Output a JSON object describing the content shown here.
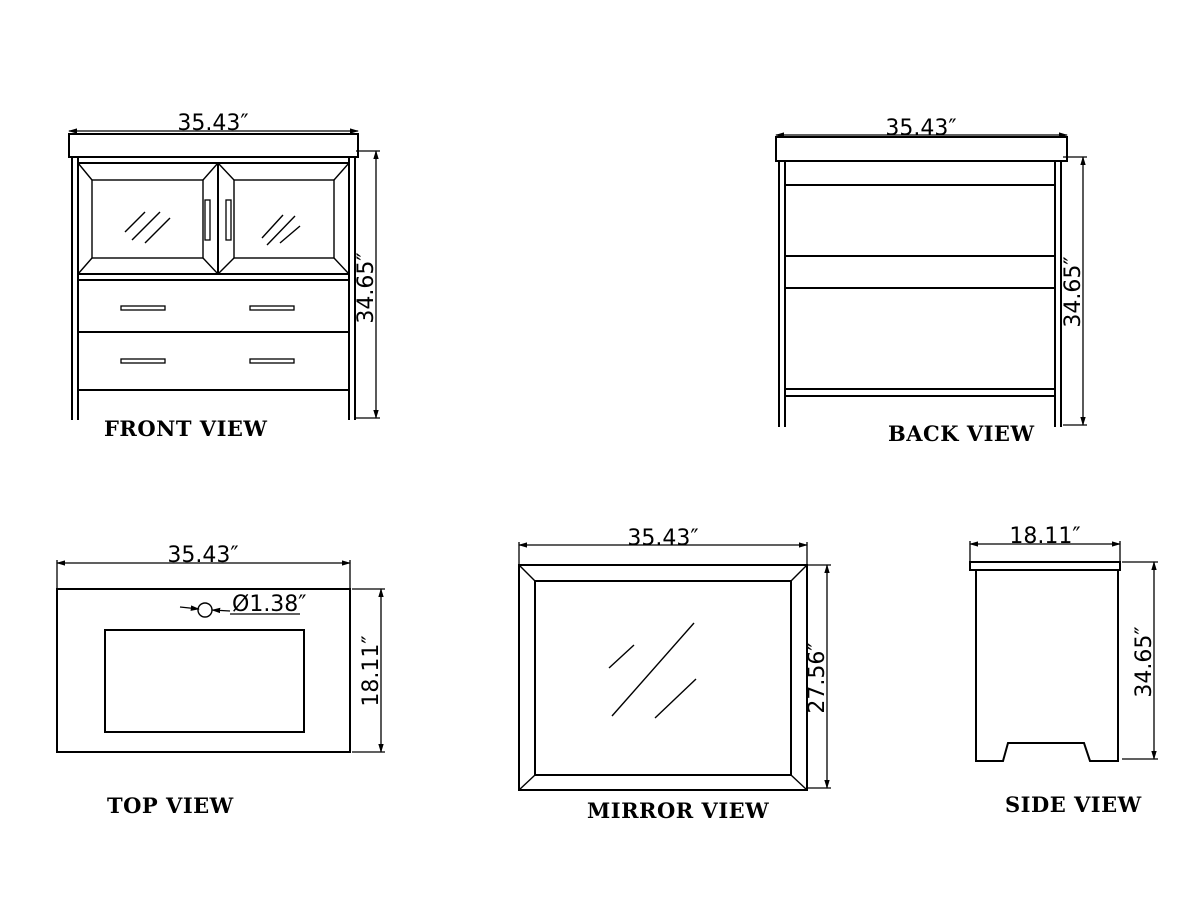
{
  "views": {
    "front": {
      "label": "FRONT VIEW",
      "width": "35.43″",
      "height": "34.65″"
    },
    "back": {
      "label": "BACK VIEW",
      "width": "35.43″",
      "height": "34.65″"
    },
    "top": {
      "label": "TOP VIEW",
      "width": "35.43″",
      "depth": "18.11″",
      "hole": "Ø1.38″"
    },
    "mirror": {
      "label": "MIRROR VIEW",
      "width": "35.43″",
      "height": "27.56″"
    },
    "side": {
      "label": "SIDE VIEW",
      "depth": "18.11″",
      "height": "34.65″"
    }
  }
}
